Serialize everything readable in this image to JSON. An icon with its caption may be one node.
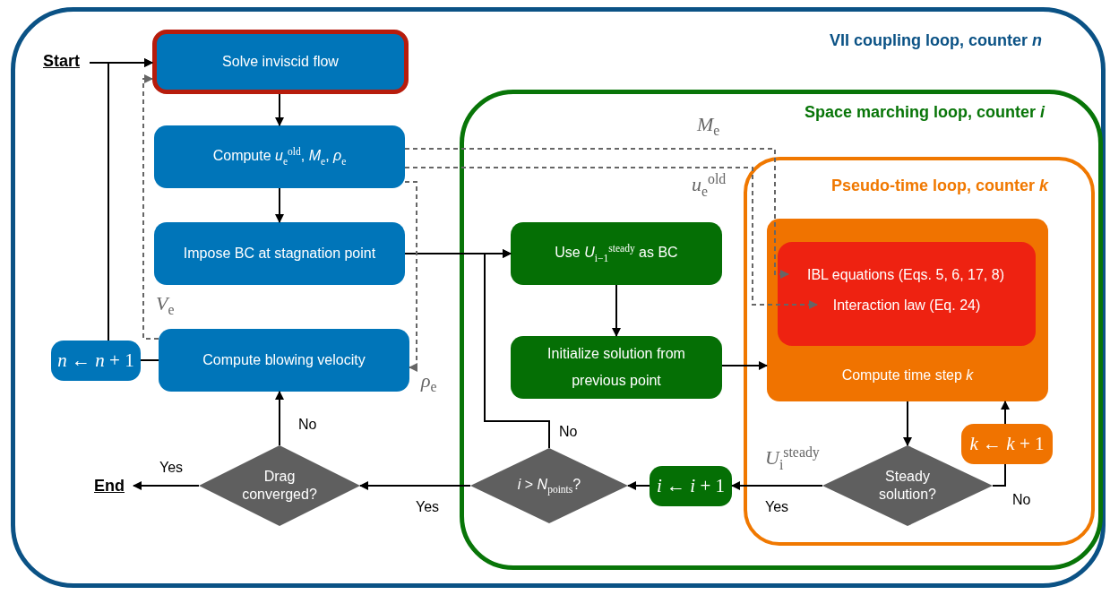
{
  "diagram": {
    "nodes": [
      {
        "text": [
          "VII coupling loop, counter *n*"
        ]
      },
      {
        "text": [
          "Start"
        ],
        "in": 0
      },
      {
        "text": [
          "Solve inviscid flow"
        ],
        "in": 0
      },
      {
        "text": [
          "Compute *u*$_{e}$$^{old}$, *M*$_{e}$, *ρ*$_{e}$"
        ],
        "in": 0
      },
      {
        "text": [
          "Impose BC at stagnation point"
        ],
        "in": 0
      },
      {
        "text": [
          "Compute blowing velocity"
        ],
        "in": 0
      },
      {
        "text": [
          "*n* ← *n* + 1"
        ],
        "in": 0
      },
      {
        "text": [
          "Drag converged?"
        ],
        "in": 0
      },
      {
        "text": [
          "End"
        ],
        "in": 0
      },
      {
        "text": [
          "Space marching loop, counter *i*"
        ],
        "in": 0
      },
      {
        "text": [
          "Use *U*$_{i−1}$$^{steady}$ as BC"
        ],
        "in": 9
      },
      {
        "text": [
          "Initialize solution from previous point"
        ],
        "in": 9
      },
      {
        "text": [
          "*i* > *N*$_{points}$?"
        ],
        "in": 9
      },
      {
        "text": [
          "*i* ← *i* + 1"
        ],
        "in": 9
      },
      {
        "text": [
          "Pseudo-time loop, counter *k*"
        ],
        "in": 9
      },
      {
        "text": [
          "Compute time step *k*"
        ],
        "in": 14
      },
      {
        "text": [],
        "shape": "box",
        "in": 15
      },
      {
        "text": [
          "IBL equations (Eqs. 5, 6, 17, 8)"
        ],
        "in": 16
      },
      {
        "text": [
          "Interaction law (Eq. 24)"
        ],
        "in": 16
      },
      {
        "text": [
          "Steady solution?"
        ],
        "in": 14
      },
      {
        "text": [
          "*k* ← *k* + 1"
        ],
        "in": 14
      }
    ],
    "edges": [
      {
        "from": 1,
        "to": 2,
        "arrow": "to"
      },
      {
        "from": 2,
        "to": 3,
        "arrow": "to"
      },
      {
        "from": 3,
        "to": 4,
        "arrow": "to"
      },
      {
        "from": 4,
        "to": 10,
        "arrow": "to"
      },
      {
        "from": 12,
        "to": 10,
        "arrow": "to",
        "label": "No"
      },
      {
        "from": 10,
        "to": 11,
        "arrow": "to"
      },
      {
        "from": 11,
        "to": 15,
        "arrow": "to"
      },
      {
        "from": 15,
        "to": 19,
        "arrow": "to"
      },
      {
        "from": 19,
        "to": 20,
        "arrow": "none",
        "label": "No"
      },
      {
        "from": 20,
        "to": 15,
        "arrow": "to"
      },
      {
        "from": 19,
        "to": 13,
        "arrow": "to",
        "label": "Yes"
      },
      {
        "from": 13,
        "to": 12,
        "arrow": "to"
      },
      {
        "from": 12,
        "to": 7,
        "arrow": "to",
        "label": "Yes"
      },
      {
        "from": 7,
        "to": 8,
        "arrow": "to",
        "label": "Yes"
      },
      {
        "from": 7,
        "to": 5,
        "arrow": "to",
        "label": "No"
      },
      {
        "from": 5,
        "to": 6,
        "arrow": "none"
      },
      {
        "from": 6,
        "to": 2,
        "arrow": "to"
      },
      {
        "from": 5,
        "to": 2,
        "arrow": "to",
        "style": "dashed",
        "color": "#666666",
        "label": "*V*$_{e}$"
      },
      {
        "from": 3,
        "to": 5,
        "arrow": "to",
        "style": "dashed",
        "color": "#666666",
        "label": "*ρ*$_{e}$"
      },
      {
        "from": 3,
        "to": 17,
        "arrow": "to",
        "style": "dashed",
        "color": "#666666",
        "label": "*M*$_{e}$"
      },
      {
        "from": 3,
        "to": 18,
        "arrow": "to",
        "style": "dashed",
        "color": "#666666",
        "label": "*u*$_{e}$$^{old}$"
      }
    ],
    "labels": [
      "*U*$_{i}$$^{steady}$"
    ]
  }
}
